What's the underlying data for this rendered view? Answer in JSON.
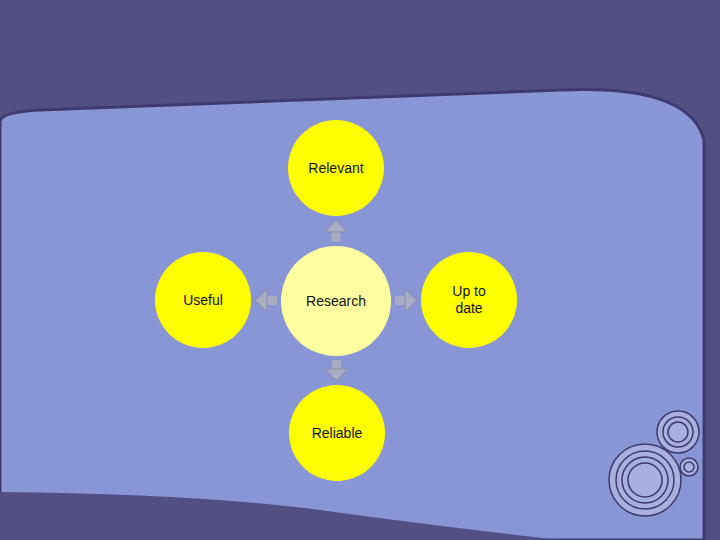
{
  "diagram": {
    "nodes": [
      {
        "text": [
          "Relevant"
        ]
      },
      {
        "text": [
          "Useful"
        ]
      },
      {
        "text": [
          "Research"
        ]
      },
      {
        "text": [
          "Up to date"
        ]
      },
      {
        "text": [
          "Reliable"
        ]
      }
    ],
    "edges": [
      {
        "from": 2,
        "to": 0,
        "arrow": "to"
      },
      {
        "from": 2,
        "to": 1,
        "arrow": "to"
      },
      {
        "from": 2,
        "to": 3,
        "arrow": "to"
      },
      {
        "from": 2,
        "to": 4,
        "arrow": "to"
      }
    ]
  }
}
